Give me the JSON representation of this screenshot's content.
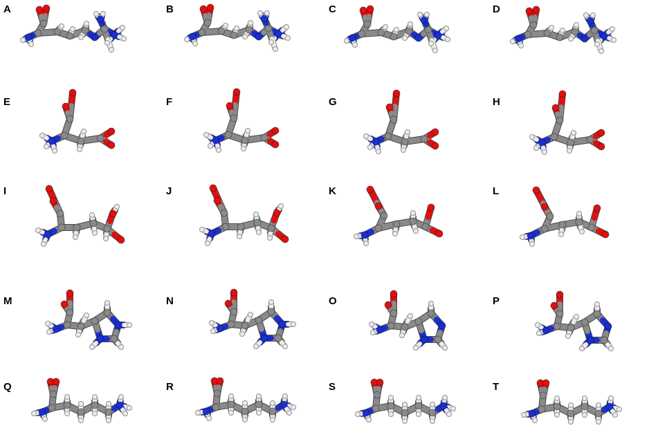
{
  "figure": {
    "columns": 4,
    "rows": 5,
    "colors": {
      "carbon": "#8a8a8a",
      "carbon_edge": "#4a4a4a",
      "oxygen": "#e01010",
      "nitrogen": "#1a2fd0",
      "hydrogen": "#ececec",
      "label": "#000000"
    },
    "panels": [
      {
        "label": "A",
        "molecule": "arginine"
      },
      {
        "label": "B",
        "molecule": "arginine"
      },
      {
        "label": "C",
        "molecule": "arginine"
      },
      {
        "label": "D",
        "molecule": "arginine"
      },
      {
        "label": "E",
        "molecule": "aspartate"
      },
      {
        "label": "F",
        "molecule": "aspartate"
      },
      {
        "label": "G",
        "molecule": "aspartate"
      },
      {
        "label": "H",
        "molecule": "aspartate"
      },
      {
        "label": "I",
        "molecule": "glutamate-protonated"
      },
      {
        "label": "J",
        "molecule": "glutamate-protonated"
      },
      {
        "label": "K",
        "molecule": "glutamate"
      },
      {
        "label": "L",
        "molecule": "glutamate"
      },
      {
        "label": "M",
        "molecule": "histidine-protonated"
      },
      {
        "label": "N",
        "molecule": "histidine-protonated"
      },
      {
        "label": "O",
        "molecule": "histidine-neutral"
      },
      {
        "label": "P",
        "molecule": "histidine-neutral"
      },
      {
        "label": "Q",
        "molecule": "lysine"
      },
      {
        "label": "R",
        "molecule": "lysine"
      },
      {
        "label": "S",
        "molecule": "lysine"
      },
      {
        "label": "T",
        "molecule": "lysine"
      }
    ]
  }
}
